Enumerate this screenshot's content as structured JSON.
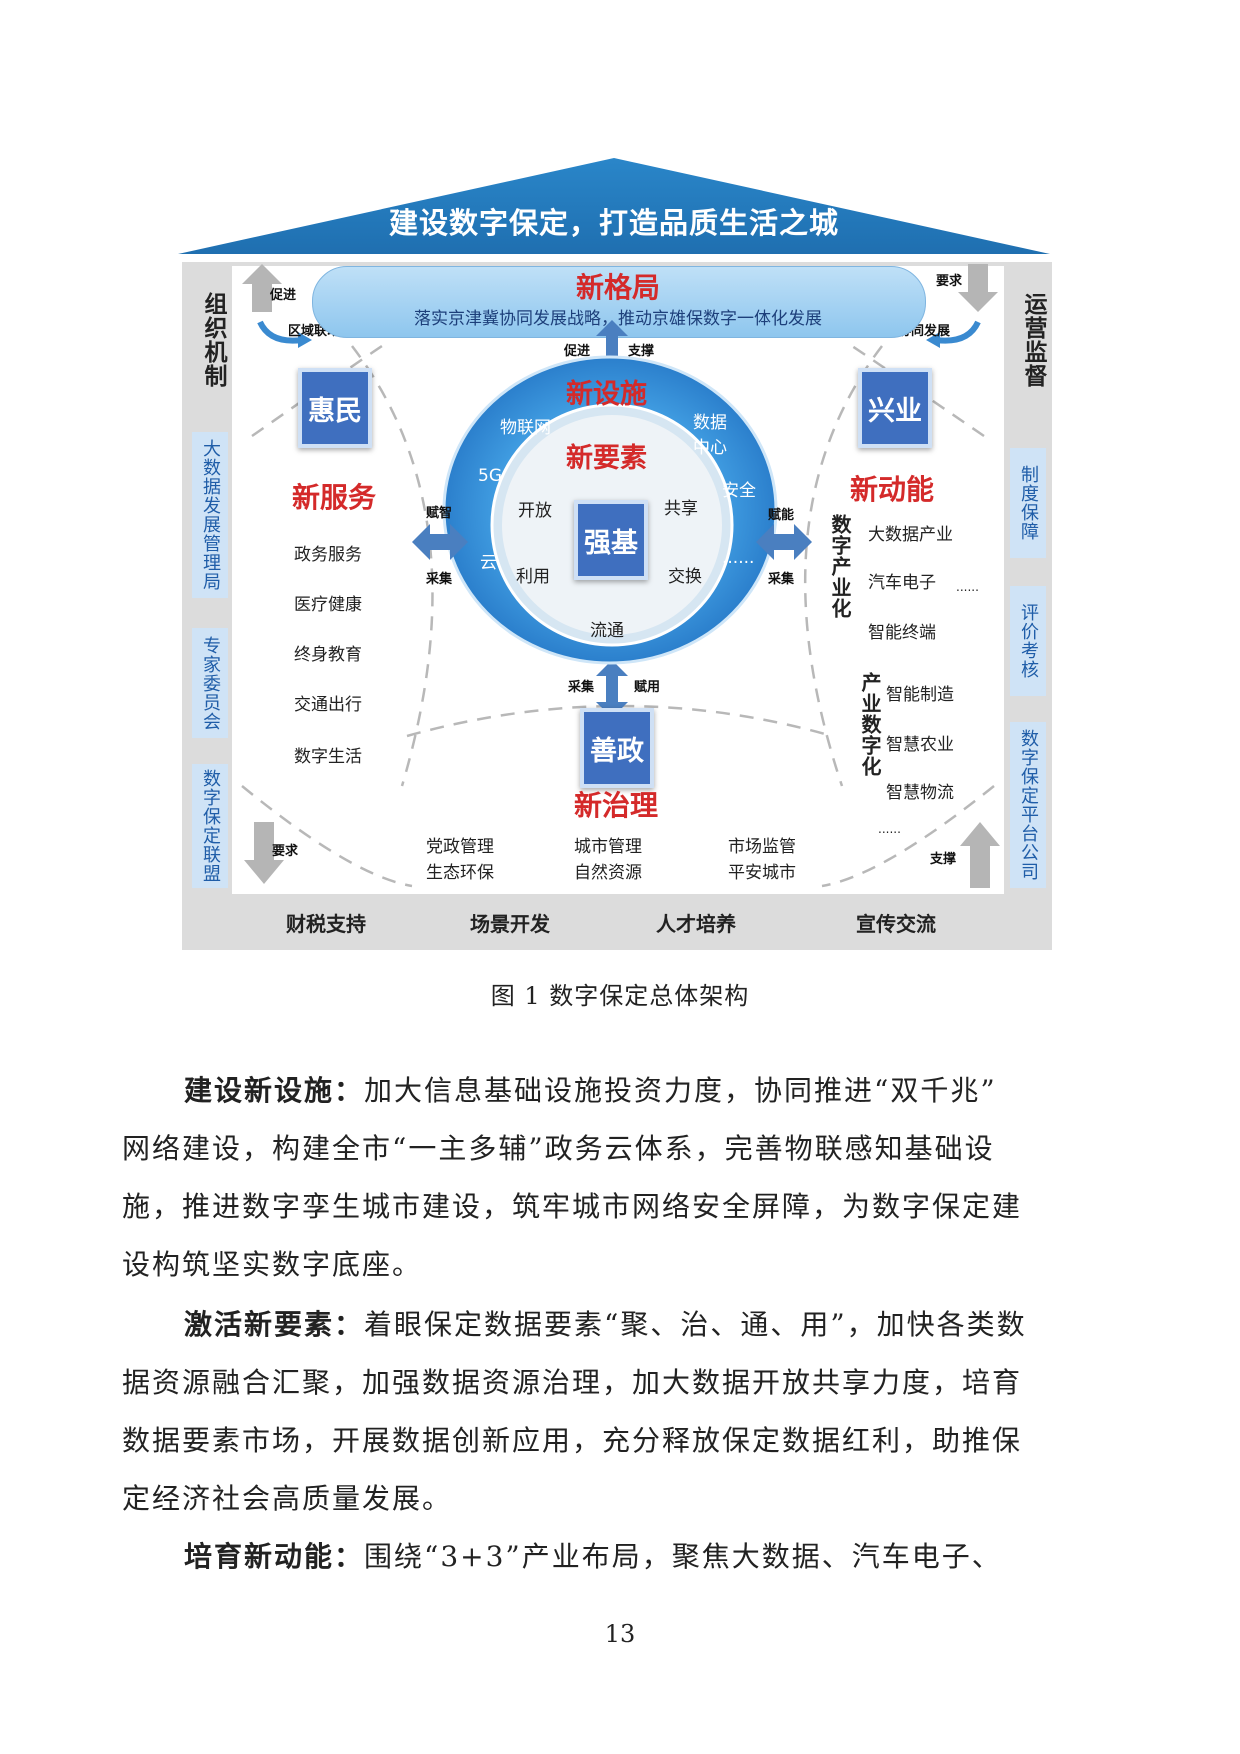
{
  "figure": {
    "roof_title": "建设数字保定，打造品质生活之城",
    "left_pillar_title": "组织机制",
    "left_pillar_boxes": [
      "大数据发展管理局",
      "专家委员会",
      "数字保定联盟"
    ],
    "right_pillar_title": "运营监督",
    "right_pillar_boxes": [
      "制度保障",
      "评价考核",
      "数字保定平台公司"
    ],
    "banner": {
      "title": "新格局",
      "subtitle": "落实京津冀协同发展战略，推动京雄保数字一体化发展"
    },
    "corner_labels": {
      "top_left_up": "促进",
      "top_left_curve": "区域联动",
      "top_right_down": "要求",
      "top_right_curve": "协同发展",
      "bottom_left": "要求",
      "bottom_right": "支撑"
    },
    "center_arrow_top": [
      "促进",
      "支撑"
    ],
    "center_arrow_bottom": [
      "采集",
      "赋用"
    ],
    "left_arrow": [
      "赋智",
      "采集"
    ],
    "right_arrow": [
      "赋能",
      "采集"
    ],
    "ring": {
      "outer_title": "新设施",
      "outer_items": [
        "物联网",
        "数据中心",
        "5G",
        "安全",
        "云",
        "......"
      ],
      "inner_title": "新要素",
      "inner_items": [
        "开放",
        "共享",
        "利用",
        "交换",
        "流通"
      ],
      "core": "强基"
    },
    "left_module": {
      "box": "惠民",
      "title": "新服务",
      "items": [
        "政务服务",
        "医疗健康",
        "终身教育",
        "交通出行",
        "数字生活"
      ]
    },
    "right_module": {
      "box": "兴业",
      "title": "新动能",
      "group1_label": "数字产业化",
      "group1_items": [
        "大数据产业",
        "汽车电子",
        "智能终端"
      ],
      "group1_more": "......",
      "group2_label": "产业数字化",
      "group2_items": [
        "智能制造",
        "智慧农业",
        "智慧物流"
      ],
      "group2_more": "......"
    },
    "bottom_module": {
      "box": "善政",
      "title": "新治理",
      "items": [
        [
          "党政管理",
          "生态环保"
        ],
        [
          "城市管理",
          "自然资源"
        ],
        [
          "市场监管",
          "平安城市"
        ]
      ]
    },
    "base_items": [
      "财税支持",
      "场景开发",
      "人才培养",
      "宣传交流"
    ]
  },
  "caption": "图 1 数字保定总体架构",
  "paragraphs": [
    {
      "lead": "建设新设施：",
      "lines": [
        "加大信息基础设施投资力度，协同推进“双千兆”",
        "网络建设，构建全市“一主多辅”政务云体系，完善物联感知基础设",
        "施，推进数字孪生城市建设，筑牢城市网络安全屏障，为数字保定建",
        "设构筑坚实数字底座。"
      ]
    },
    {
      "lead": "激活新要素：",
      "lines": [
        "着眼保定数据要素“聚、治、通、用”，加快各类数",
        "据资源融合汇聚，加强数据资源治理，加大数据开放共享力度，培育",
        "数据要素市场，开展数据创新应用，充分释放保定数据红利，助推保",
        "定经济社会高质量发展。"
      ]
    },
    {
      "lead": "培育新动能：",
      "lines": [
        "围绕“3+3”产业布局，聚焦大数据、汽车电子、"
      ]
    }
  ],
  "page_number": "13"
}
